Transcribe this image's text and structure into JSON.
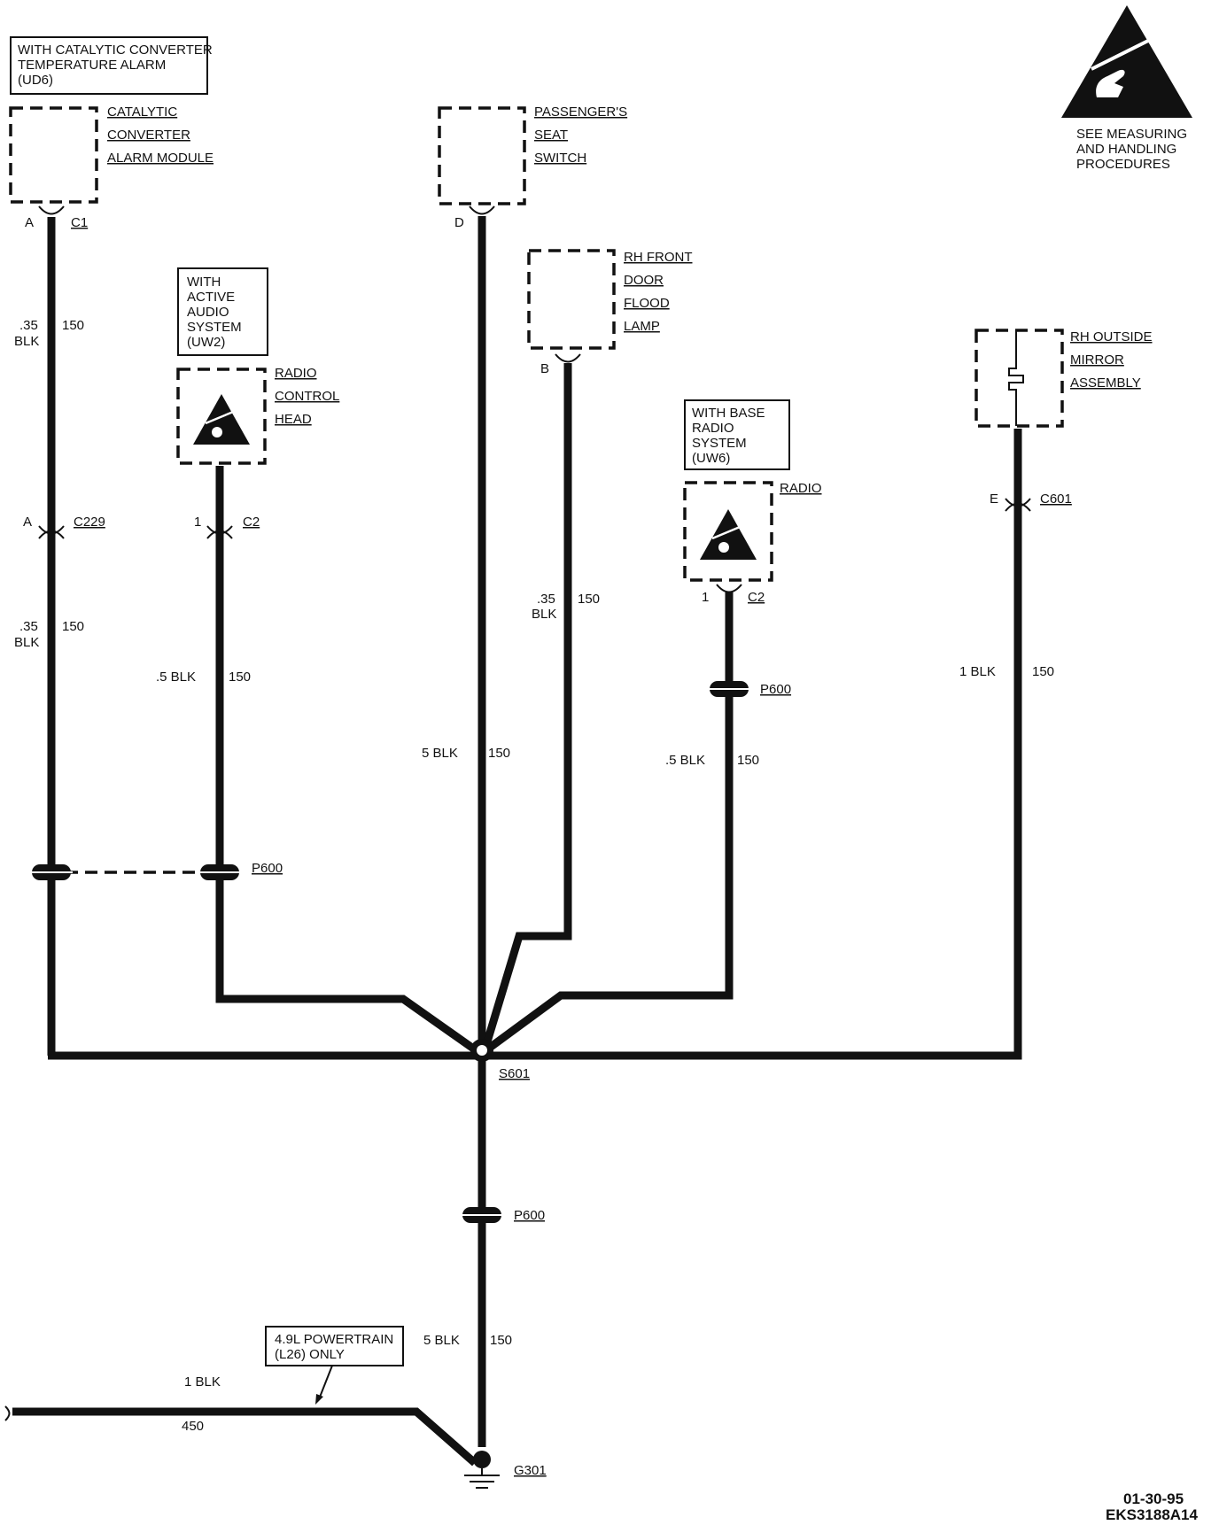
{
  "notes": {
    "ud6": [
      "WITH CATALYTIC CONVERTER",
      "TEMPERATURE ALARM",
      "(UD6)"
    ],
    "uw2": [
      "WITH",
      "ACTIVE",
      "AUDIO",
      "SYSTEM",
      "(UW2)"
    ],
    "uw6": [
      "WITH BASE",
      "RADIO",
      "SYSTEM",
      "(UW6)"
    ],
    "l26": [
      "4.9L POWERTRAIN",
      "(L26) ONLY"
    ],
    "esd": [
      "SEE MEASURING",
      "AND HANDLING",
      "PROCEDURES"
    ]
  },
  "components": {
    "cat_alarm": [
      "CATALYTIC",
      "CONVERTER",
      "ALARM MODULE"
    ],
    "seat_switch": [
      "PASSENGER'S",
      "SEAT",
      "SWITCH"
    ],
    "flood_lamp": [
      "RH FRONT",
      "DOOR",
      "FLOOD",
      "LAMP"
    ],
    "radio_head": [
      "RADIO",
      "CONTROL",
      "HEAD"
    ],
    "radio": [
      "RADIO"
    ],
    "mirror": [
      "RH OUTSIDE",
      "MIRROR",
      "ASSEMBLY"
    ]
  },
  "connectors": {
    "c1_pin": "A",
    "c1": "C1",
    "d_pin": "D",
    "b_pin": "B",
    "c229_pin": "A",
    "c229": "C229",
    "c2_head_pin": "1",
    "c2_head": "C2",
    "c2_radio_pin": "1",
    "c2_radio": "C2",
    "c601_pin": "E",
    "c601": "C601",
    "p600_radio": "P600",
    "p600_left": "P600",
    "p600_main": "P600",
    "s601": "S601",
    "g301": "G301"
  },
  "wires": {
    "cat_upper_gauge": ".35",
    "cat_upper_color": "BLK",
    "cat_upper_circuit": "150",
    "cat_lower_gauge": ".35",
    "cat_lower_color": "BLK",
    "cat_lower_circuit": "150",
    "head": ".5 BLK",
    "head_circuit": "150",
    "seat": "5 BLK",
    "seat_circuit": "150",
    "flood_gauge": ".35",
    "flood_color": "BLK",
    "flood_circuit": "150",
    "radio": ".5 BLK",
    "radio_circuit": "150",
    "mirror": "1 BLK",
    "mirror_circuit": "150",
    "ground": "5 BLK",
    "ground_circuit": "150",
    "l26": "1 BLK",
    "l26_circuit": "450"
  },
  "footer": {
    "date": "01-30-95",
    "code": "EKS3188A14"
  }
}
